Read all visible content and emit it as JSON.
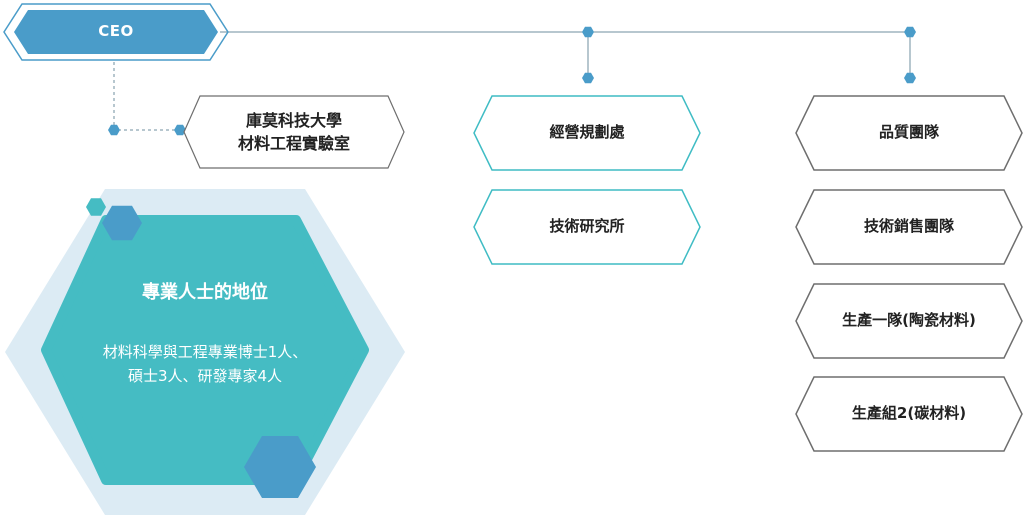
{
  "ceo": {
    "label": "CEO"
  },
  "lab": {
    "line1": "庫莫科技大學",
    "line2": "材料工程實驗室"
  },
  "middle_column": [
    {
      "label": "經營規劃處"
    },
    {
      "label": "技術研究所"
    }
  ],
  "right_column": [
    {
      "label": "品質團隊"
    },
    {
      "label": "技術銷售團隊"
    },
    {
      "label": "生產一隊(陶瓷材料)"
    },
    {
      "label": "生產組2(碳材料)"
    }
  ],
  "expertise": {
    "title": "專業人士的地位",
    "line1": "材料科學與工程專業博士1人、",
    "line2": "碩士3人、研發專家4人"
  },
  "colors": {
    "ceo_fill": "#4a9cc9",
    "connector": "#6f8f9f",
    "dot": "#4a9cc9",
    "teal_border": "#3fbcc4",
    "gray_border": "#6e6e6e",
    "hex_bg": "#dcebf4",
    "hex_main": "#45bcc3",
    "hex_accent": "#4a9cc9"
  }
}
